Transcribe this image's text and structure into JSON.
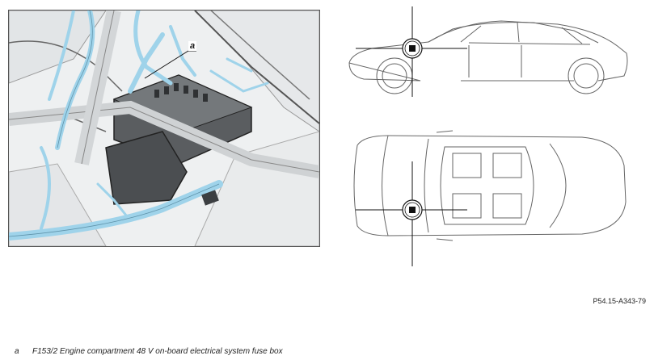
{
  "figure": {
    "callout_label": "a",
    "reference_code": "P54.15-A343-79"
  },
  "legend": [
    {
      "key": "a",
      "text": "F153/2 Engine compartment 48 V on-board electrical system fuse box"
    }
  ],
  "colors": {
    "highlight_blue": "#9fd3ea",
    "line_dark": "#333333",
    "background": "#ffffff"
  }
}
